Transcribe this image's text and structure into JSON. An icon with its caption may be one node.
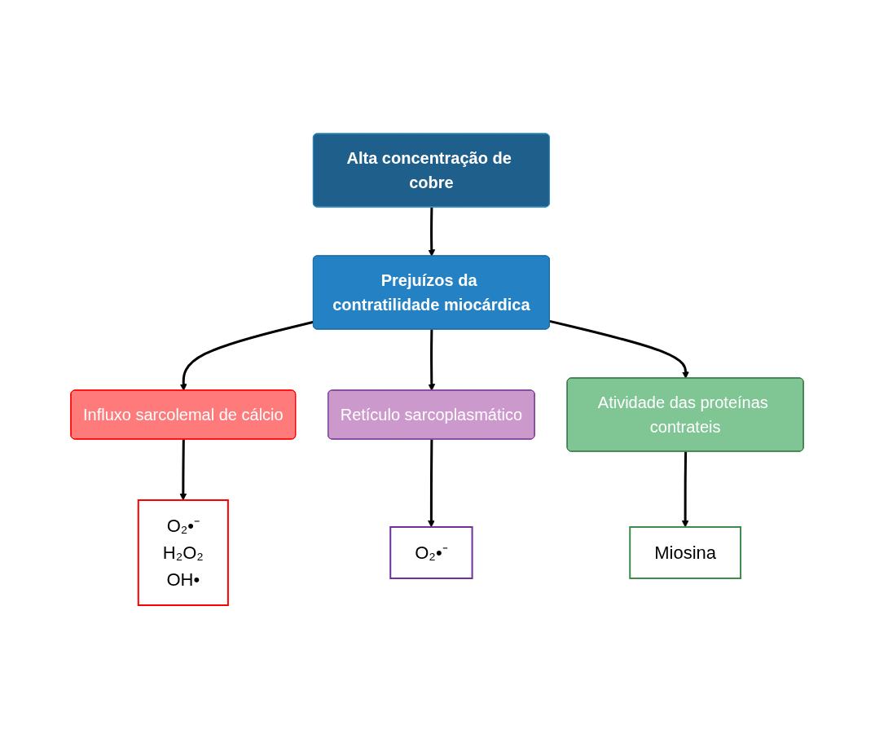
{
  "diagram": {
    "nodes": [
      {
        "text": [
          "Alta concentração de cobre"
        ]
      },
      {
        "text": [
          "Prejuízos da contratilidade miocárdica"
        ]
      },
      {
        "text": [
          "Influxo sarcolemal de cálcio"
        ]
      },
      {
        "text": [
          "Retículo sarcoplasmático"
        ]
      },
      {
        "text": [
          "Atividade das proteínas contrateis"
        ]
      },
      {
        "text": [
          "O₂•⁻",
          "H₂O₂",
          "OH•"
        ]
      },
      {
        "text": [
          "O₂•⁻"
        ]
      },
      {
        "text": [
          "Miosina"
        ]
      }
    ],
    "edges": [
      {
        "from": 0,
        "to": 1,
        "arrow": "to"
      },
      {
        "from": 1,
        "to": 2,
        "arrow": "to"
      },
      {
        "from": 1,
        "to": 3,
        "arrow": "to"
      },
      {
        "from": 1,
        "to": 4,
        "arrow": "to"
      },
      {
        "from": 2,
        "to": 5,
        "arrow": "to"
      },
      {
        "from": 3,
        "to": 6,
        "arrow": "to"
      },
      {
        "from": 4,
        "to": 7,
        "arrow": "to"
      }
    ]
  }
}
